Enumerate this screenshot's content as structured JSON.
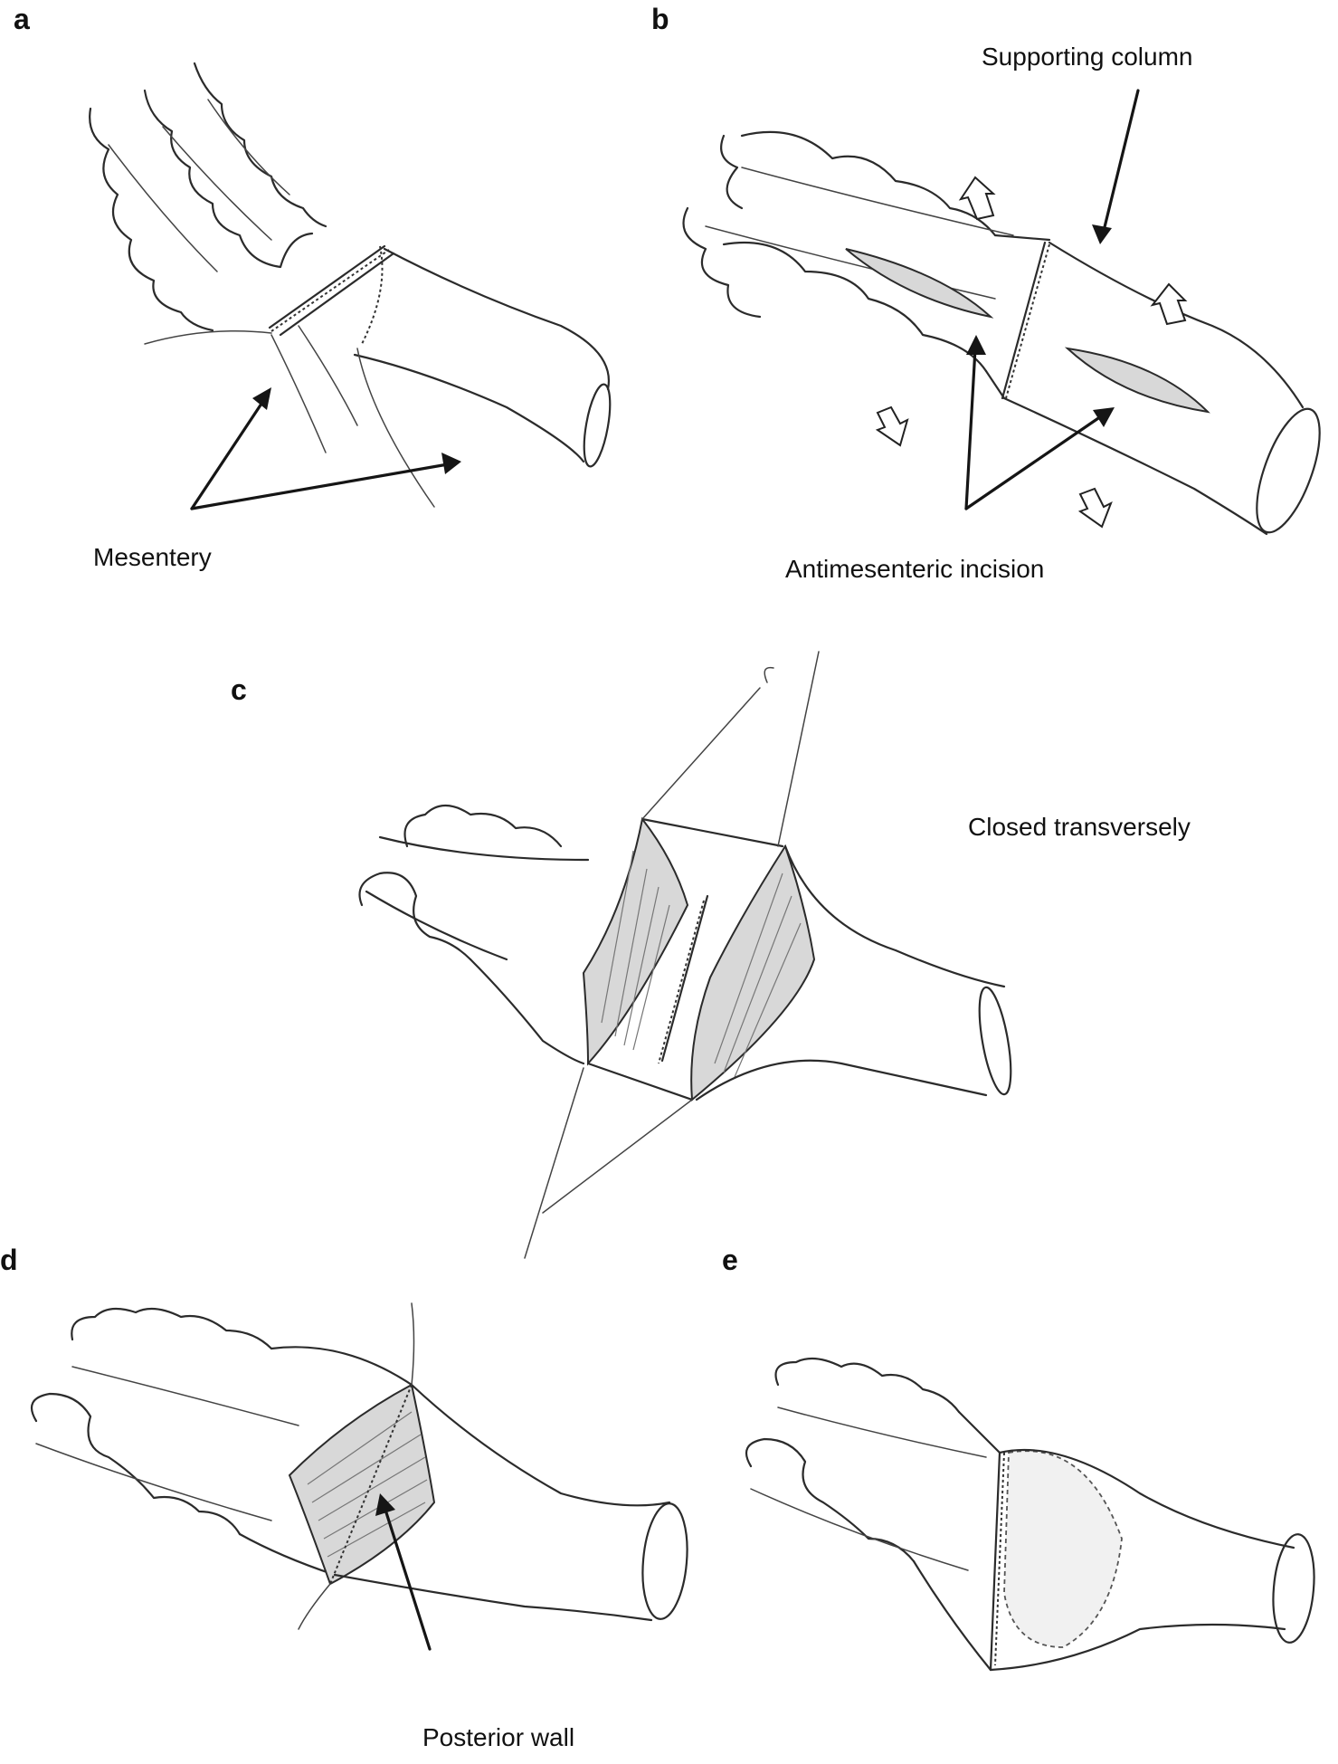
{
  "panels": {
    "a": {
      "letter": "a",
      "caption": "Mesentery"
    },
    "b": {
      "letter": "b",
      "caption_top": "Supporting column",
      "caption_bottom": "Antimesenteric incision"
    },
    "c": {
      "letter": "c",
      "caption": "Closed transversely"
    },
    "d": {
      "letter": "d",
      "caption": "Posterior wall"
    },
    "e": {
      "letter": "e"
    }
  }
}
